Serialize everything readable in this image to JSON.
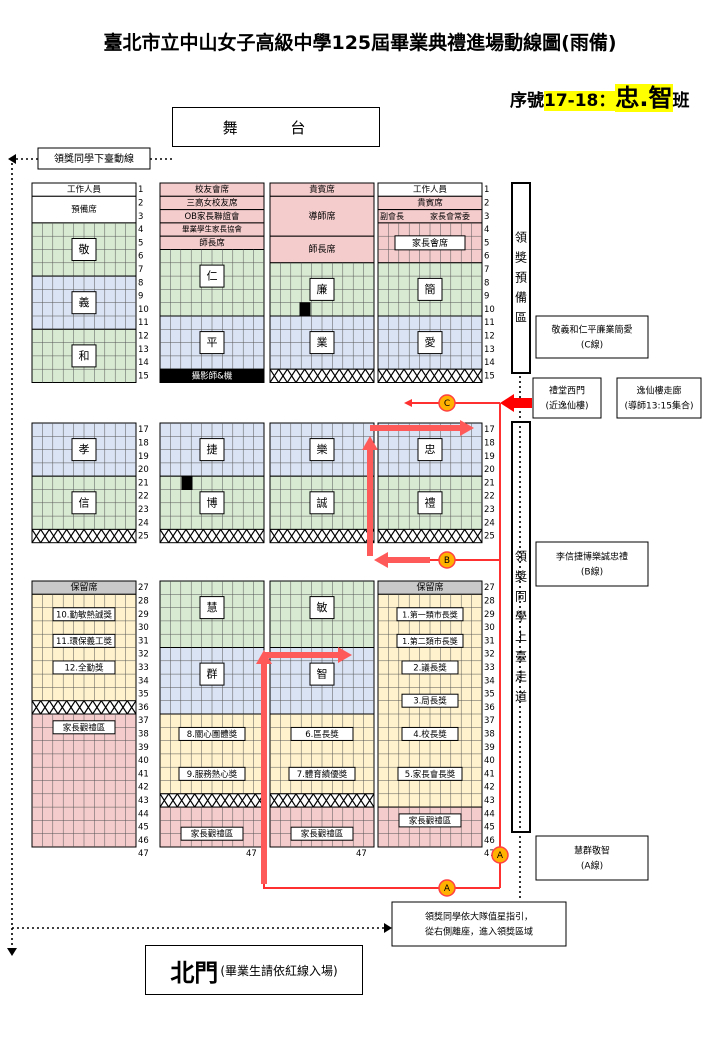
{
  "header": {
    "title": "臺北市立中山女子高級中學125屆畢業典禮進場動線圖(雨備)",
    "serial_prefix": "序號",
    "serial_range": "17-18：",
    "class_name": "忠.智",
    "class_suffix": "班"
  },
  "stage_label": "舞 台",
  "north_gate": {
    "label": "北門",
    "note": "(畢業生請依紅線入場)"
  },
  "route_labels": {
    "descend": "領獎同學下臺動線",
    "prep_zone": "領獎預備區",
    "ascend_path": "領獎同學上臺走道",
    "west_gate_l1": "禮堂西門",
    "west_gate_l2": "(近逸仙樓)",
    "corridor_l1": "逸仙樓走廊",
    "corridor_l2": "(導師13:15集合)",
    "c_line_l1": "敬義和仁平廉業簡愛",
    "c_line_l2": "(C線)",
    "b_line_l1": "李信捷博樂誠忠禮",
    "b_line_l2": "(B線)",
    "a_line_l1": "慧群敬智",
    "a_line_l2": "(A線)",
    "guide_l1": "領獎同學依大隊值星指引，",
    "guide_l2": "從右側離座，進入領獎區域"
  },
  "markers": {
    "a": "A",
    "b": "B",
    "c": "C"
  },
  "colors": {
    "green": "#d9ead3",
    "blue": "#dae3f3",
    "pink": "#f4cccc",
    "yellow": "#fff2cc",
    "route_red": "#ff5a5a",
    "marker_orange": "#ffb300",
    "highlight": "#ffff00"
  },
  "seating": {
    "top": [
      {
        "section": "col1",
        "cells": [
          {
            "label": "工作人員",
            "color": "white"
          },
          {
            "label": "預備席",
            "color": "white"
          },
          {
            "label": "敬",
            "color": "green"
          },
          {
            "label": "義",
            "color": "blue"
          },
          {
            "label": "和",
            "color": "green"
          }
        ]
      },
      {
        "section": "col2",
        "cells": [
          {
            "label": "校友會席",
            "color": "pink"
          },
          {
            "label": "三高女校友席",
            "color": "pink"
          },
          {
            "label": "OB家長聯誼會",
            "color": "pink"
          },
          {
            "label": "畢業學生家長協會",
            "color": "pink"
          },
          {
            "label": "師長席",
            "color": "pink"
          },
          {
            "label": "仁",
            "color": "green"
          },
          {
            "label": "平",
            "color": "blue"
          },
          {
            "label": "攝影師&機",
            "color": "black"
          }
        ]
      },
      {
        "section": "col3",
        "cells": [
          {
            "label": "貴賓席",
            "color": "pink"
          },
          {
            "label": "導師席",
            "color": "pink"
          },
          {
            "label": "師長席",
            "color": "pink"
          },
          {
            "label": "廉",
            "color": "green"
          },
          {
            "label": "業",
            "color": "blue"
          }
        ]
      },
      {
        "section": "col4",
        "cells": [
          {
            "label": "工作人員",
            "color": "white"
          },
          {
            "label": "貴賓席",
            "color": "pink"
          },
          {
            "label": "副會長",
            "color": "pink"
          },
          {
            "label": "家長會常委",
            "color": "pink"
          },
          {
            "label": "家長會席",
            "color": "pink"
          },
          {
            "label": "簡",
            "color": "green"
          },
          {
            "label": "愛",
            "color": "blue"
          }
        ]
      }
    ],
    "middle": [
      {
        "section": "col1",
        "cells": [
          {
            "label": "孝"
          },
          {
            "label": "信"
          }
        ]
      },
      {
        "section": "col2",
        "cells": [
          {
            "label": "捷"
          },
          {
            "label": "博"
          }
        ]
      },
      {
        "section": "col3",
        "cells": [
          {
            "label": "樂"
          },
          {
            "label": "誠"
          }
        ]
      },
      {
        "section": "col4",
        "cells": [
          {
            "label": "忠"
          },
          {
            "label": "禮"
          }
        ]
      }
    ],
    "bottom": [
      {
        "section": "col1",
        "cells": [
          {
            "label": "保留席"
          },
          {
            "label": "10.勤敏熱誠獎"
          },
          {
            "label": "11.環保義工獎"
          },
          {
            "label": "12.全勤獎"
          },
          {
            "label": "家長觀禮區"
          }
        ]
      },
      {
        "section": "col2",
        "cells": [
          {
            "label": "慧"
          },
          {
            "label": "群"
          },
          {
            "label": "8.關心團體獎"
          },
          {
            "label": "9.服務熱心獎"
          },
          {
            "label": "家長觀禮區"
          }
        ]
      },
      {
        "section": "col3",
        "cells": [
          {
            "label": "敏"
          },
          {
            "label": "智"
          },
          {
            "label": "6.區長獎"
          },
          {
            "label": "7.體育績優獎"
          },
          {
            "label": "家長觀禮區"
          }
        ]
      },
      {
        "section": "col4",
        "cells": [
          {
            "label": "保留席"
          },
          {
            "label": "1.第一類市長獎"
          },
          {
            "label": "1.第二類市長獎"
          },
          {
            "label": "2.議長獎"
          },
          {
            "label": "3.局長獎"
          },
          {
            "label": "4.校長獎"
          },
          {
            "label": "5.家長會長獎"
          },
          {
            "label": "家長觀禮區"
          }
        ]
      }
    ],
    "row_numbers_top": [
      "1",
      "2",
      "3",
      "4",
      "5",
      "6",
      "7",
      "8",
      "9",
      "10",
      "11",
      "12",
      "13",
      "14",
      "15"
    ],
    "row_numbers_mid": [
      "17",
      "18",
      "19",
      "20",
      "21",
      "22",
      "23",
      "24",
      "25"
    ],
    "row_numbers_bot": [
      "27",
      "28",
      "29",
      "30",
      "31",
      "32",
      "33",
      "34",
      "35",
      "36",
      "37",
      "38",
      "39",
      "40",
      "41",
      "42",
      "43",
      "44",
      "45",
      "46",
      "47"
    ]
  }
}
